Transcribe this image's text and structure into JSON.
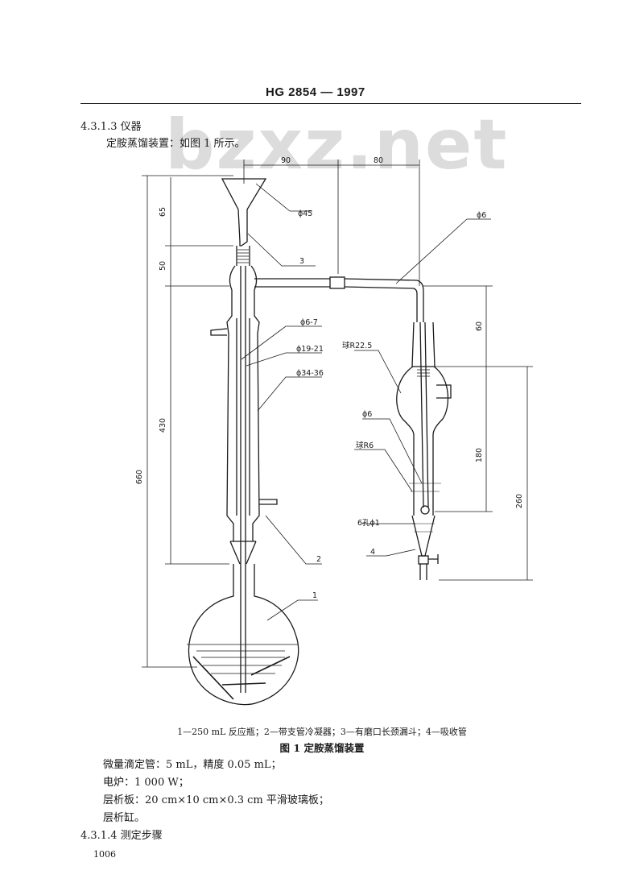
{
  "header": {
    "standard_id": "HG 2854 — 1997"
  },
  "watermark": "bzxz.net",
  "section": {
    "heading": "4.3.1.3  仪器",
    "intro": "定胺蒸馏装置：如图 1 所示。"
  },
  "figure": {
    "dims": {
      "top_left": "90",
      "top_right": "80",
      "funnel_h": "65",
      "joint_h": "50",
      "condenser_h": "430",
      "total_h": "660",
      "tube_drop": "60",
      "bulb_h": "180",
      "absorber_h": "260"
    },
    "labels": {
      "phi45": "ϕ45",
      "phi6_top": "ϕ6",
      "phi6_7": "ϕ6-7",
      "phi19_21": "ϕ19-21",
      "phi34_36": "ϕ34-36",
      "ball_r225": "球R22.5",
      "phi6_mid": "ϕ6",
      "ball_r6": "球R6",
      "holes": "6孔ϕ1"
    },
    "callouts": [
      "1",
      "2",
      "3",
      "4"
    ],
    "legend": "1—250 mL 反应瓶；2—带支管冷凝器；3—有磨口长颈漏斗；4—吸收管",
    "caption": "图 1   定胺蒸馏装置"
  },
  "items": [
    "微量滴定管：5 mL，精度 0.05 mL；",
    "电炉：1 000 W；",
    "层析板：20 cm×10 cm×0.3 cm 平滑玻璃板；",
    "层析缸。"
  ],
  "next_section": "4.3.1.4  测定步骤",
  "page_number": "1006"
}
